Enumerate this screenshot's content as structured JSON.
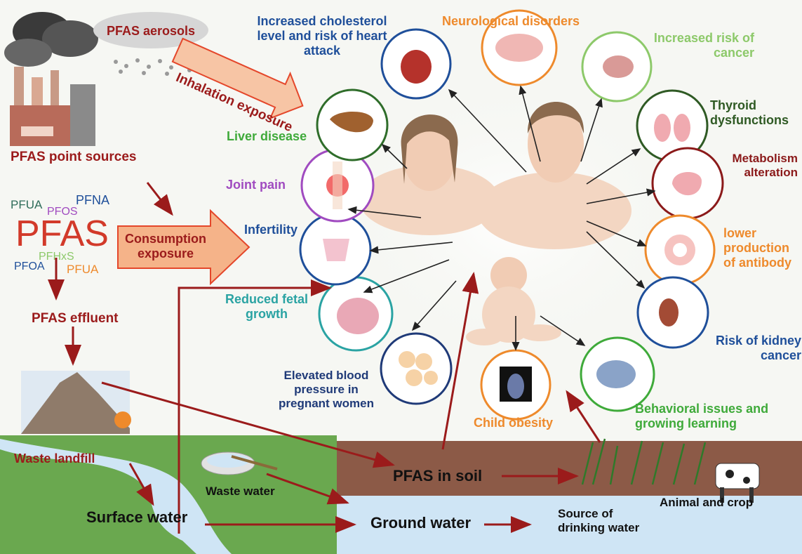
{
  "sources": {
    "aerosols": "PFAS aerosols",
    "inhalation": "Inhalation exposure",
    "point_sources": "PFAS point sources",
    "pfas_big": "PFAS",
    "compounds": [
      "PFUA",
      "PFOS",
      "PFNA",
      "PFHxS",
      "PFOA",
      "PFUA"
    ],
    "consumption": "Consumption exposure",
    "effluent": "PFAS effluent",
    "landfill": "Waste landfill",
    "surface_water": "Surface water",
    "waste_water": "Waste water",
    "ground_water": "Ground water",
    "soil": "PFAS in soil",
    "drinking_water": "Source of drinking water",
    "animal_crop": "Animal and crop"
  },
  "effects": {
    "cholesterol": "Increased cholesterol level and risk of heart attack",
    "neurological": "Neurological disorders",
    "cancer": "Increased risk of cancer",
    "thyroid": "Thyroid dysfunctions",
    "metabolism": "Metabolism alteration",
    "antibody": "lower production of antibody",
    "kidney": "Risk of kidney cancer",
    "behavioral": "Behavioral issues and growing learning",
    "obesity": "Child obesity",
    "blood_pressure": "Elevated blood pressure in pregnant women",
    "fetal": "Reduced fetal growth",
    "infertility": "Infertility",
    "joint": "Joint pain",
    "liver": "Liver disease"
  },
  "colors": {
    "dark_red": "#9b1b1b",
    "blue": "#1f4f9a",
    "orange": "#ee8a2c",
    "light_green": "#8dc96a",
    "dark_green": "#2f5a24",
    "maroon": "#8b1a1a",
    "teal": "#2aa3a3",
    "purple": "#a04bc0",
    "green": "#3faa3a",
    "grass": "#6aa84f",
    "soil": "#8c5a47",
    "water": "#cfe5f5"
  }
}
